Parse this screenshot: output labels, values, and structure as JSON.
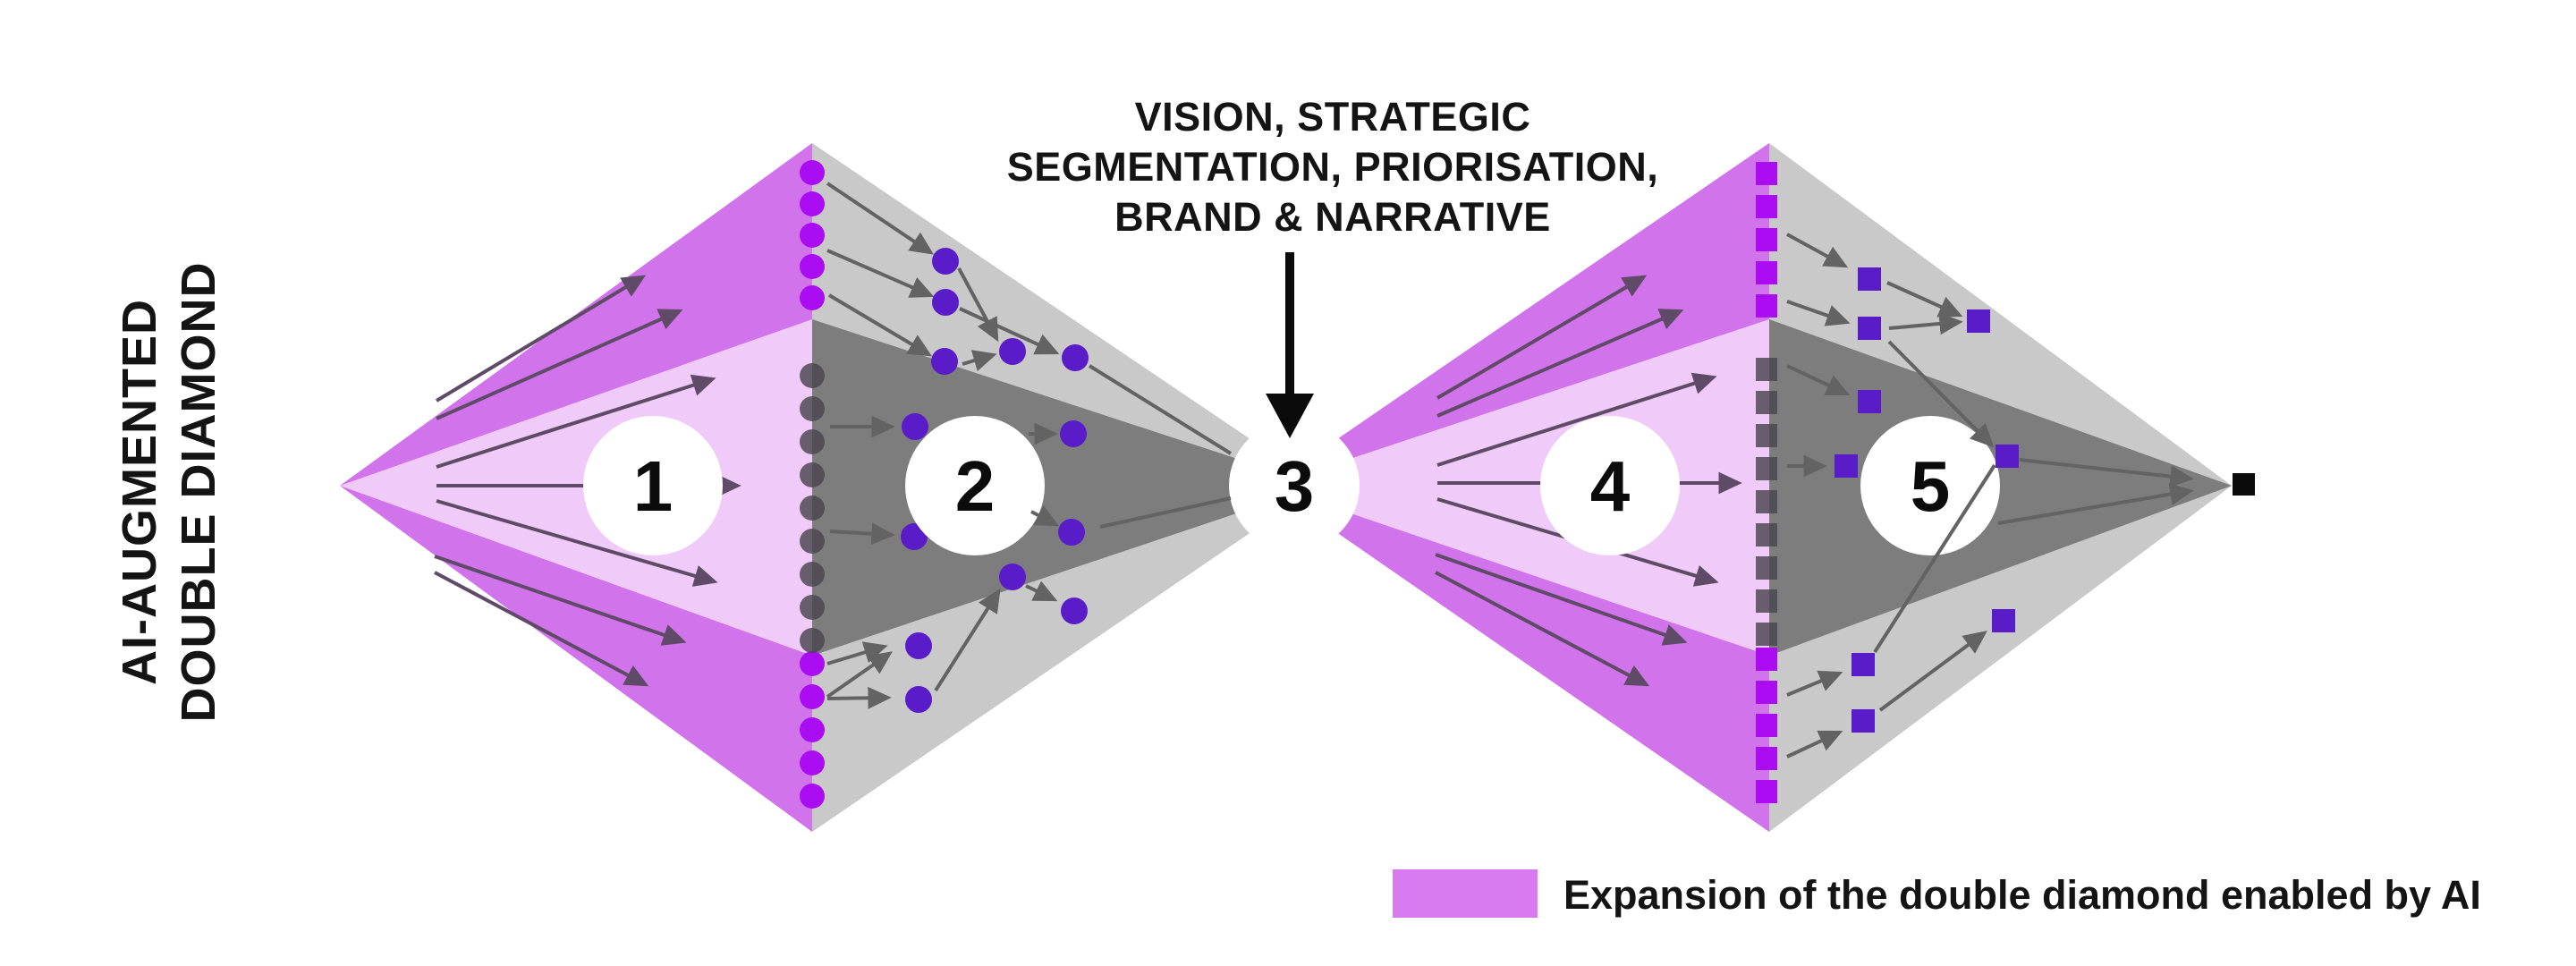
{
  "left_label": {
    "line1": "AI-AUGMENTED",
    "line2": "DOUBLE DIAMOND"
  },
  "title": {
    "line1": "VISION, STRATEGIC",
    "line2": "SEGMENTATION, PRIORISATION,",
    "line3": "BRAND & NARRATIVE"
  },
  "stages": [
    {
      "label": "1"
    },
    {
      "label": "2"
    },
    {
      "label": "3"
    },
    {
      "label": "4"
    },
    {
      "label": "5"
    }
  ],
  "legend": {
    "label": "Expansion of the double diamond enabled by AI",
    "swatch_color": "#D97BF0"
  },
  "colors": {
    "expansion_magenta": "#D173EA",
    "core_light_purple": "#F0CBF9",
    "expansion_gray": "#C9C9C9",
    "core_dark_gray": "#7D7D7D",
    "bright_violet_marker": "#AB0DF2",
    "dark_violet_marker": "#5A1BC8",
    "neutral_gray_marker": "#4A454E",
    "arrow_gray": "#636363",
    "arrow_purple": "#5F4A68",
    "end_point_black": "#0b0b0b"
  }
}
